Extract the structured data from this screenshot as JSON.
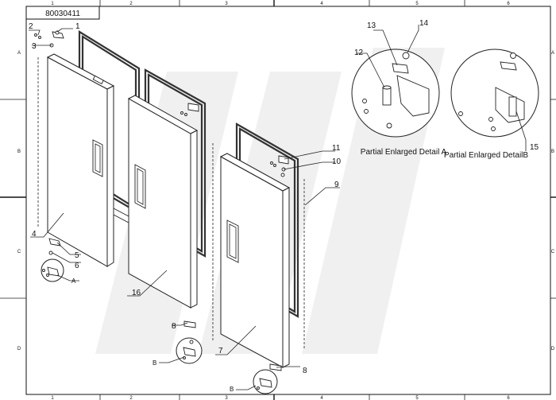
{
  "drawing_number": "80030411",
  "grid": {
    "columns": [
      "1",
      "2",
      "3",
      "4",
      "5",
      "6"
    ],
    "rows": [
      "A",
      "B",
      "C",
      "D"
    ]
  },
  "callouts": [
    "1",
    "2",
    "3",
    "4",
    "5",
    "6",
    "7",
    "8",
    "8",
    "9",
    "10",
    "11",
    "12",
    "13",
    "14",
    "15",
    "16"
  ],
  "detail_markers": [
    "A",
    "B",
    "B"
  ],
  "details": {
    "a_caption": "Partial Enlarged Detail A",
    "b_caption": "Partial Enlarged DetailB"
  }
}
